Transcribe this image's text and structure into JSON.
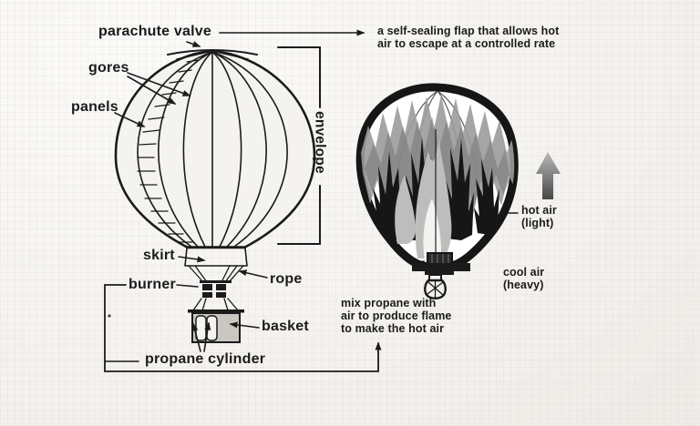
{
  "colors": {
    "paper": "#f5f3f0",
    "ink": "#1b1b1b",
    "basket_fill": "#c9c7bf",
    "flame_gray": "#9b9b9b",
    "flame_mid": "#777777",
    "flame_light": "#bdbdbd",
    "flame_dark": "#161616",
    "arrow_top": "#b9b9b9",
    "arrow_bottom": "#474747"
  },
  "balloon_parts": {
    "parachute_valve": "parachute valve",
    "gores": "gores",
    "panels": "panels",
    "envelope": "envelope",
    "skirt": "skirt",
    "rope": "rope",
    "burner": "burner",
    "basket": "basket",
    "propane_cylinder": "propane cylinder"
  },
  "annotations": {
    "parachute_valve_note": "a self-sealing flap that allows hot\nair to escape at a controlled rate",
    "hot_air": "hot air\n(light)",
    "cool_air": "cool air\n(heavy)",
    "burner_note": "mix propane with\nair to produce flame\nto make the hot air"
  }
}
